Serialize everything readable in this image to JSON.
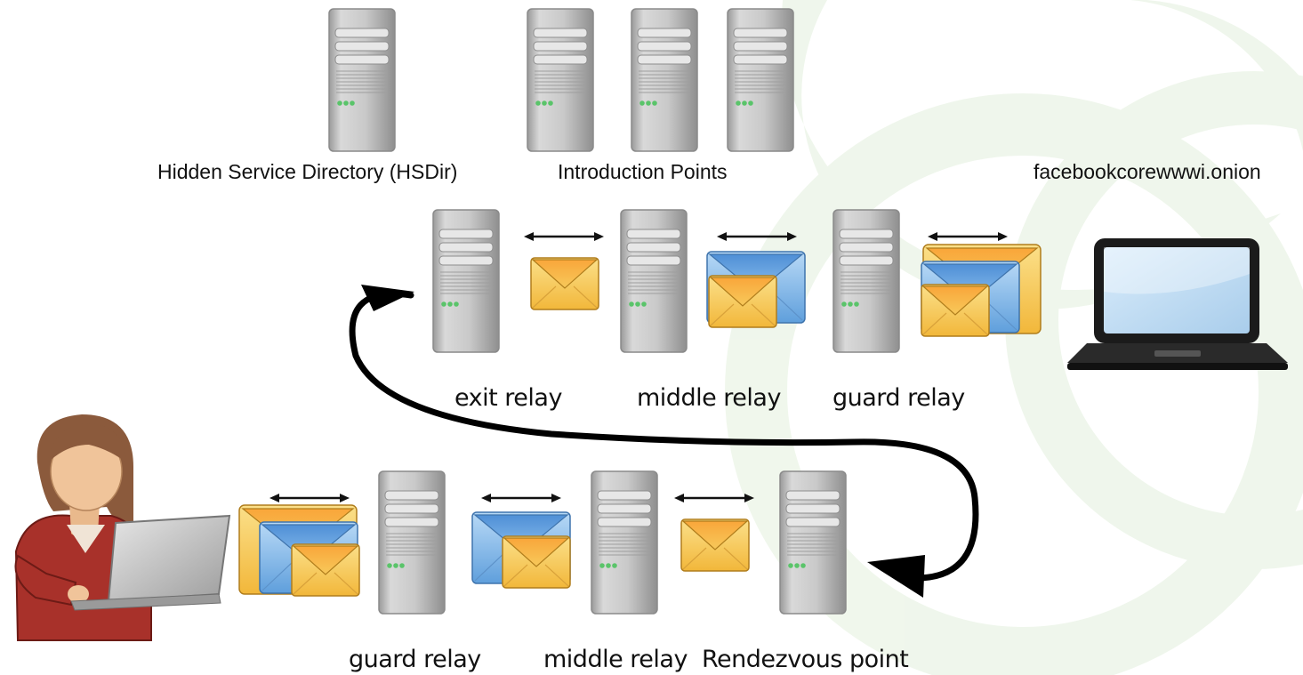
{
  "labels": {
    "hsdir": "Hidden Service Directory (HSDir)",
    "intro_points": "Introduction Points",
    "onion_address": "facebookcorewwwi.onion",
    "service_exit": "exit relay",
    "service_middle": "middle relay",
    "service_guard": "guard relay",
    "client_guard": "guard relay",
    "client_middle": "middle relay",
    "rendezvous": "Rendezvous point"
  },
  "colors": {
    "background_watermark": "#eef6ea",
    "server_body": "#c7c7c7",
    "envelope_yellow": "#f6c24d",
    "envelope_blue": "#7fb5e6",
    "path_arrow": "#000000",
    "user_shirt": "#a8312a"
  },
  "icons": [
    "server-icon",
    "envelope-icon",
    "laptop-icon",
    "user-icon",
    "double-arrow-icon"
  ]
}
